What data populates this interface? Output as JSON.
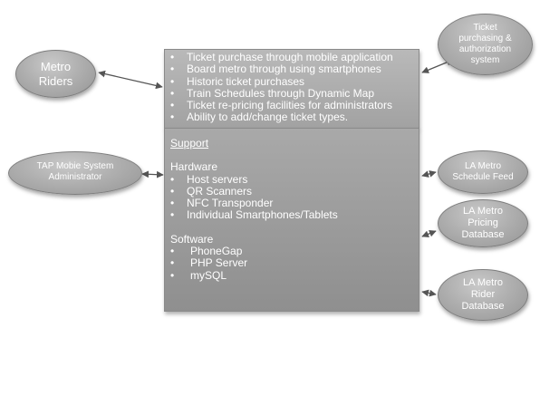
{
  "actors": {
    "metro_riders": "Metro Riders",
    "tap_admin": "TAP Mobie System Administrator",
    "ticket_auth": "Ticket purchasing & authorization system",
    "schedule_feed": "LA Metro Schedule Feed",
    "pricing_db": "LA Metro Pricing Database",
    "rider_db": "LA Metro Rider Database"
  },
  "features": [
    "Ticket purchase through mobile application",
    "Board metro through using smartphones",
    "Historic ticket purchases",
    "Train Schedules through Dynamic Map",
    "Ticket re-pricing facilities for administrators",
    "Ability to add/change ticket types."
  ],
  "support": {
    "title": "Support",
    "hardware_heading": "Hardware",
    "hardware": [
      "Host servers",
      "QR Scanners",
      "NFC Transponder",
      "Individual Smartphones/Tablets"
    ],
    "software_heading": "Software",
    "software": [
      "PhoneGap",
      "PHP Server",
      "mySQL"
    ]
  }
}
